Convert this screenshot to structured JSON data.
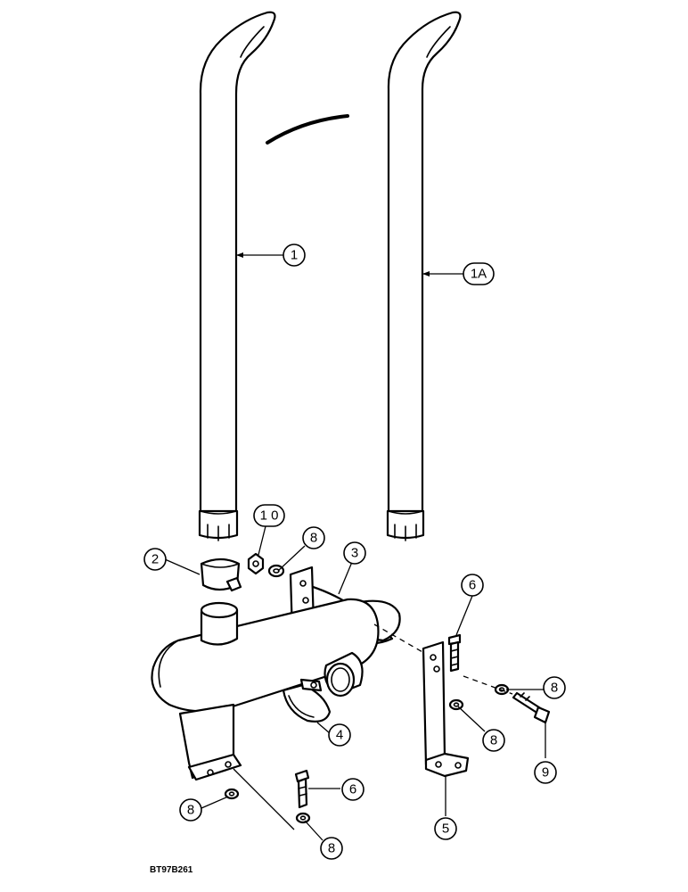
{
  "callouts": [
    {
      "id": "c1",
      "label": "1"
    },
    {
      "id": "c1a",
      "label": "1A"
    },
    {
      "id": "c10",
      "label": "1 0"
    },
    {
      "id": "c2",
      "label": "2"
    },
    {
      "id": "c8a",
      "label": "8"
    },
    {
      "id": "c3",
      "label": "3"
    },
    {
      "id": "c6a",
      "label": "6"
    },
    {
      "id": "c8b",
      "label": "8"
    },
    {
      "id": "c8c",
      "label": "8"
    },
    {
      "id": "c4",
      "label": "4"
    },
    {
      "id": "c9",
      "label": "9"
    },
    {
      "id": "c6b",
      "label": "6"
    },
    {
      "id": "c8d",
      "label": "8"
    },
    {
      "id": "c8e",
      "label": "8"
    },
    {
      "id": "c5",
      "label": "5"
    }
  ],
  "reference_code": "BT97B261"
}
